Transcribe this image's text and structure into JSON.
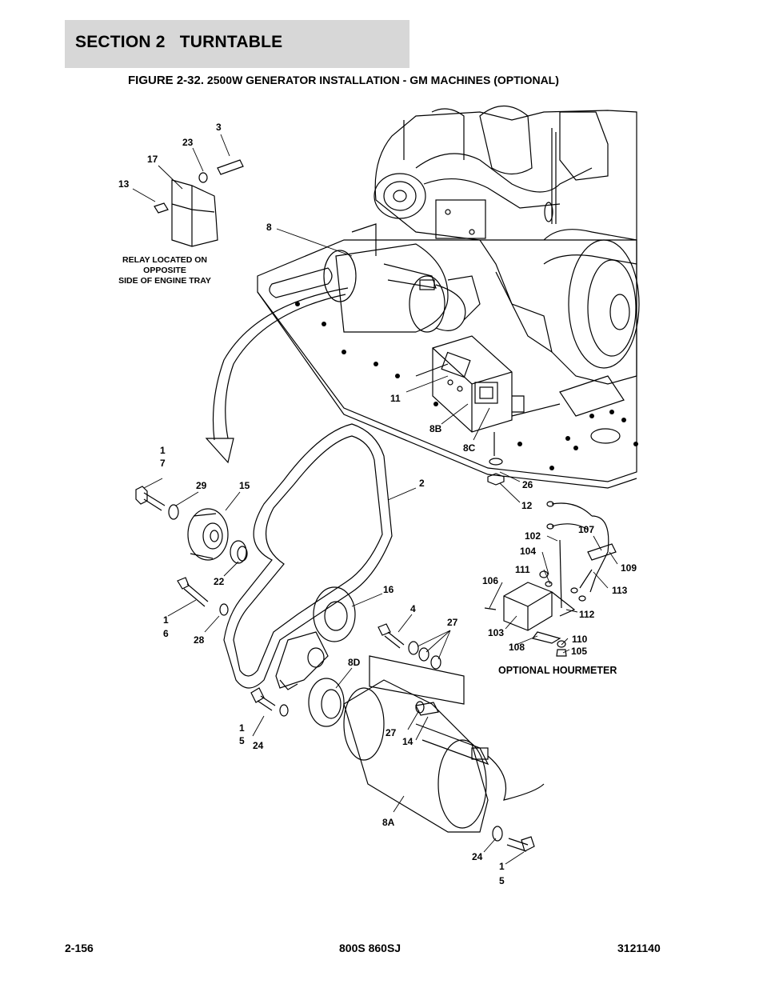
{
  "header": {
    "section": "SECTION 2   TURNTABLE",
    "figure_number": "FIGURE 2-32.",
    "figure_title": "2500W GENERATOR INSTALLATION - GM MACHINES (OPTIONAL)"
  },
  "notes": {
    "relay_line1": "RELAY LOCATED ON",
    "relay_line2": "OPPOSITE",
    "relay_line3": "SIDE OF ENGINE TRAY",
    "hourmeter": "OPTIONAL HOURMETER"
  },
  "callouts": {
    "c3": "3",
    "c23": "23",
    "c17": "17",
    "c13": "13",
    "c8": "8",
    "c11": "11",
    "c8b": "8B",
    "c8c": "8C",
    "c26": "26",
    "c12": "12",
    "c1a": "1",
    "c7": "7",
    "c29": "29",
    "c15": "15",
    "c2": "2",
    "c22": "22",
    "c1b": "1",
    "c6": "6",
    "c28": "28",
    "c16": "16",
    "c4": "4",
    "c27a": "27",
    "c8d": "8D",
    "c1c": "1",
    "c5a": "5",
    "c24a": "24",
    "c27b": "27",
    "c14": "14",
    "c8a": "8A",
    "c24b": "24",
    "c1d": "1",
    "c5b": "5",
    "c102": "102",
    "c107": "107",
    "c104": "104",
    "c111": "111",
    "c109": "109",
    "c106": "106",
    "c113": "113",
    "c112": "112",
    "c103": "103",
    "c110": "110",
    "c108": "108",
    "c105": "105"
  },
  "footer": {
    "page": "2-156",
    "model": "800S 860SJ",
    "doc_number": "3121140"
  }
}
